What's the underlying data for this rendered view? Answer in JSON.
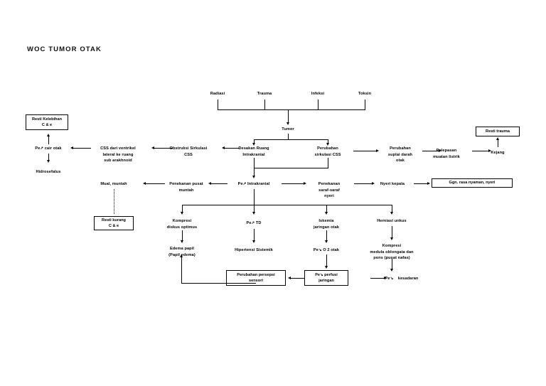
{
  "page": {
    "title": "WOC TUMOR OTAK"
  },
  "nodes": {
    "radiasi": "Radiasi",
    "trauma": "Trauma",
    "infeksi": "Infeksi",
    "toksin": "Toksin",
    "tumor": "Tumor",
    "resti_kelebihan_ce_l1": "Resti Kelebihan",
    "resti_kelebihan_ce_l2": "C & e",
    "pe_cair_otak": "Pe",
    "pe_cair_otak_tail": "cair otak",
    "hidrosefalus": "Hidrosefalus",
    "css_ventrikel_l1": "CSS dari ventrikel",
    "css_ventrikel_l2": "lateral ke ruang",
    "css_ventrikel_l3": "sub arakhnoid",
    "obstruksi_l1": "Obstruksi Sirkulasi",
    "obstruksi_l2": "CSS",
    "desakan_l1": "Desakan Ruang",
    "desakan_l2": "Intrakranial",
    "perubahan_sirkulasi_l1": "Perubahan",
    "perubahan_sirkulasi_l2": "sirkulasi CSS",
    "perubahan_suplai_l1": "Perubahan",
    "perubahan_suplai_l2": "suplai darah",
    "perubahan_suplai_l3": "otak",
    "pelepasan_l1": "Pelepasan",
    "pelepasan_l2": "muatan listrik",
    "kejang": "Kejang",
    "resti_trauma": "Resti trauma",
    "mual_muntah": "Mual, muntah",
    "penekanan_pusat_l1": "Penekanan pusat",
    "penekanan_pusat_l2": "muntah",
    "pe_intrakranial_head": "Pe",
    "pe_intrakranial_tail": "Intrakranial",
    "penekanan_saraf_l1": "Penekanan",
    "penekanan_saraf_l2": "saraf-saraf",
    "penekanan_saraf_l3": "nyeri",
    "nyeri_kepala": "Nyeri kepala",
    "ggn_rasa_nyaman": "Ggn. rasa nyaman, nyeri",
    "resti_kurang_ce_l1": "Resti kurang",
    "resti_kurang_ce_l2": "C & e",
    "kompresi_diskus_l1": "Kompresi",
    "kompresi_diskus_l2": "diskus optimus",
    "pe_td_head": "Pe",
    "pe_td_tail": "TD",
    "iskemia_l1": "Iskemia",
    "iskemia_l2": "jaringan otak",
    "herniasi_unkus": "Herniasi unkus",
    "edema_papil_l1": "Edema papil",
    "edema_papil_l2": "(Papil edema)",
    "hipertensi_sistemik": "Hipertensi Sistemik",
    "pe_o2_head": "Pe",
    "pe_o2_tail": "O 2 otak",
    "kompresi_medula_l1": "Kompresi",
    "kompresi_medula_l2": "medula oblongata dan",
    "kompresi_medula_l3": "pons (pusat nafas)",
    "perubahan_persepsi_l1": "Perubahan persepsi",
    "perubahan_persepsi_l2": "sensori",
    "pe_perfusi_head": "Pe",
    "pe_perfusi_tail1": "perfusi",
    "pe_perfusi_tail2": "jaringan",
    "pe_kesadaran_head": "Pe",
    "pe_kesadaran_tail": "kesadaran"
  },
  "symbols": {
    "up": "↗",
    "down": "↘"
  },
  "colors": {
    "line": "#000000",
    "background": "#ffffff",
    "text": "#000000"
  }
}
